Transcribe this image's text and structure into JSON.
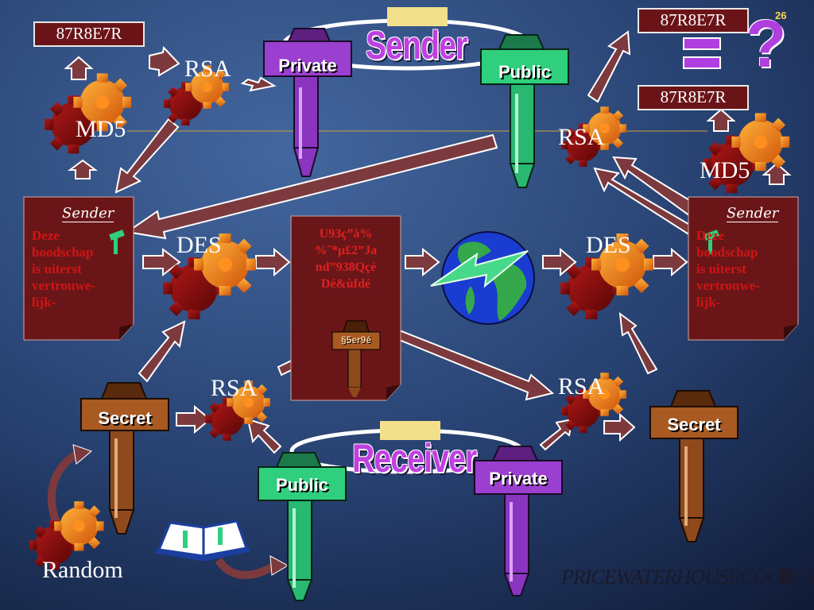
{
  "slide": {
    "page_number": "26",
    "colors": {
      "background_top": "#3d5c93",
      "background_bottom": "#111c3a",
      "arrow_fill": "#7c3a3e",
      "doc_fill": "#6e1a1c",
      "doc_text": "#d11414",
      "private_key": "#9b3fd0",
      "public_key": "#2fcf7d",
      "secret_key": "#a85a22"
    }
  },
  "hashes": {
    "sender_digest": "87R8E7R",
    "received_digest": "87R8E7R",
    "computed_digest": "87R8E7R",
    "equals_sign": "=",
    "question_mark": "?"
  },
  "algorithms": {
    "rsa_sign": "RSA",
    "md5_sender": "MD5",
    "rsa_verify": "RSA",
    "md5_receiver": "MD5",
    "des_encrypt": "DES",
    "des_decrypt": "DES",
    "rsa_wrap": "RSA",
    "rsa_unwrap": "RSA",
    "random": "Random"
  },
  "documents": {
    "plaintext": [
      "Deze",
      "boodschap",
      "is uiterst",
      "vertrouwe-",
      "lijk-"
    ],
    "ciphertext": [
      "U93ç”à%",
      "%¨*µ£2”Ja",
      "nd”938Qçé",
      "Dé&ùfdé"
    ],
    "encrypted_key": "§5er9é",
    "signature": "Sender"
  },
  "keys": {
    "sender_private": "Private",
    "sender_public": "Public",
    "secret_sender": "Secret",
    "secret_receiver": "Secret",
    "receiver_public": "Public",
    "receiver_private": "Private"
  },
  "titles": {
    "sender": "Sender",
    "receiver": "Receiver"
  },
  "footer": {
    "logo_text": "PRICEWATERHOUSECOOPERS"
  }
}
